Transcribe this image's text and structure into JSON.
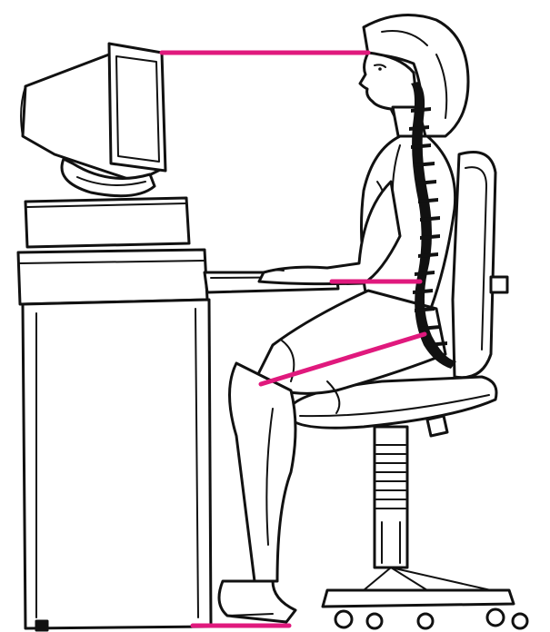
{
  "illustration": {
    "subject": "seated-computer-posture",
    "icons": {
      "monitor": "monitor-icon",
      "desk": "desk-icon",
      "chair": "office-chair-icon",
      "person": "seated-woman-icon",
      "spine": "spine-icon"
    },
    "colors": {
      "ink": "#111111",
      "background": "#ffffff",
      "guide_line": "#e0197d"
    },
    "guide_lines": [
      {
        "name": "eye-level-guide-line"
      },
      {
        "name": "elbow-level-guide-line"
      },
      {
        "name": "thigh-level-guide-line"
      },
      {
        "name": "foot-floor-guide-line"
      }
    ]
  }
}
